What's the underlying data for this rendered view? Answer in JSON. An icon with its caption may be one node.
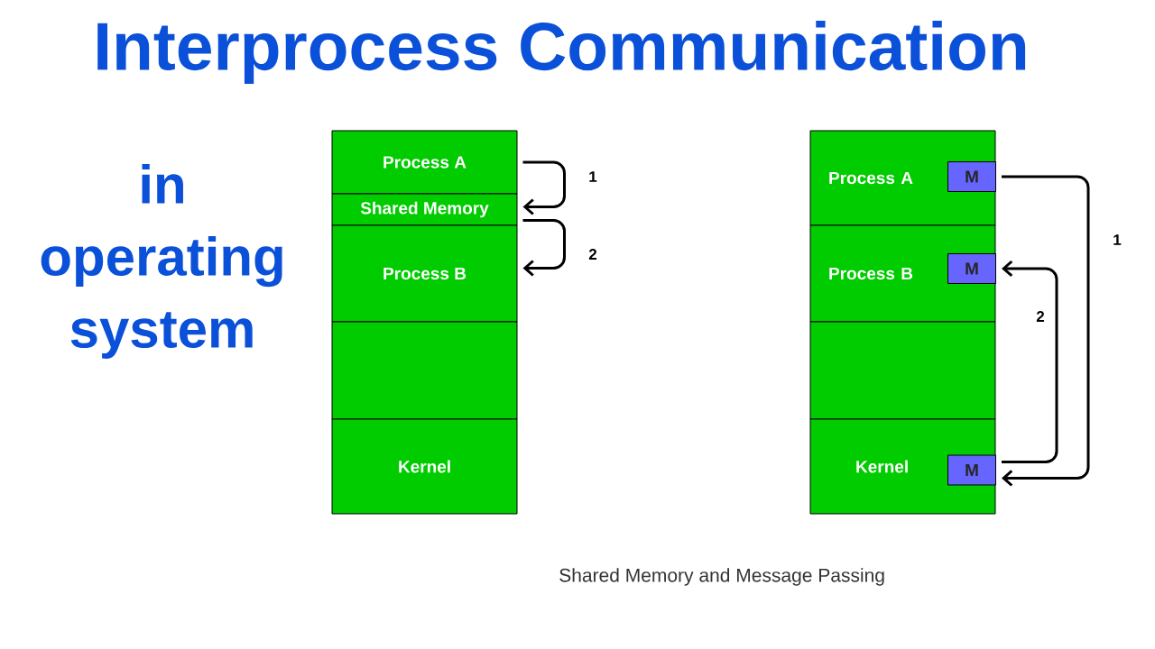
{
  "diagram": {
    "title": "Interprocess Communication",
    "nodes": [
      {
        "text": [
          "Process A"
        ]
      },
      {
        "text": [
          "Shared Memory"
        ]
      },
      {
        "text": [
          "Process B"
        ]
      },
      {
        "text": [],
        "shape": "box"
      },
      {
        "text": [
          "Kernel"
        ]
      },
      {
        "text": [
          "Process A"
        ]
      },
      {
        "text": [
          "M"
        ],
        "in": 5
      },
      {
        "text": [
          "Process B"
        ]
      },
      {
        "text": [
          "M"
        ],
        "in": 7
      },
      {
        "text": [],
        "shape": "box"
      },
      {
        "text": [
          "Kernel"
        ]
      },
      {
        "text": [
          "M"
        ],
        "in": 10
      }
    ],
    "edges": [
      {
        "from": 0,
        "to": 1,
        "arrow": "to",
        "label": "1"
      },
      {
        "from": 1,
        "to": 2,
        "arrow": "to",
        "label": "2"
      },
      {
        "from": 6,
        "to": 11,
        "arrow": "to",
        "label": "1"
      },
      {
        "from": 11,
        "to": 8,
        "arrow": "to",
        "label": "2"
      }
    ],
    "labels": [
      "in operating system"
    ],
    "caption": "Shared Memory and Message Passing"
  }
}
